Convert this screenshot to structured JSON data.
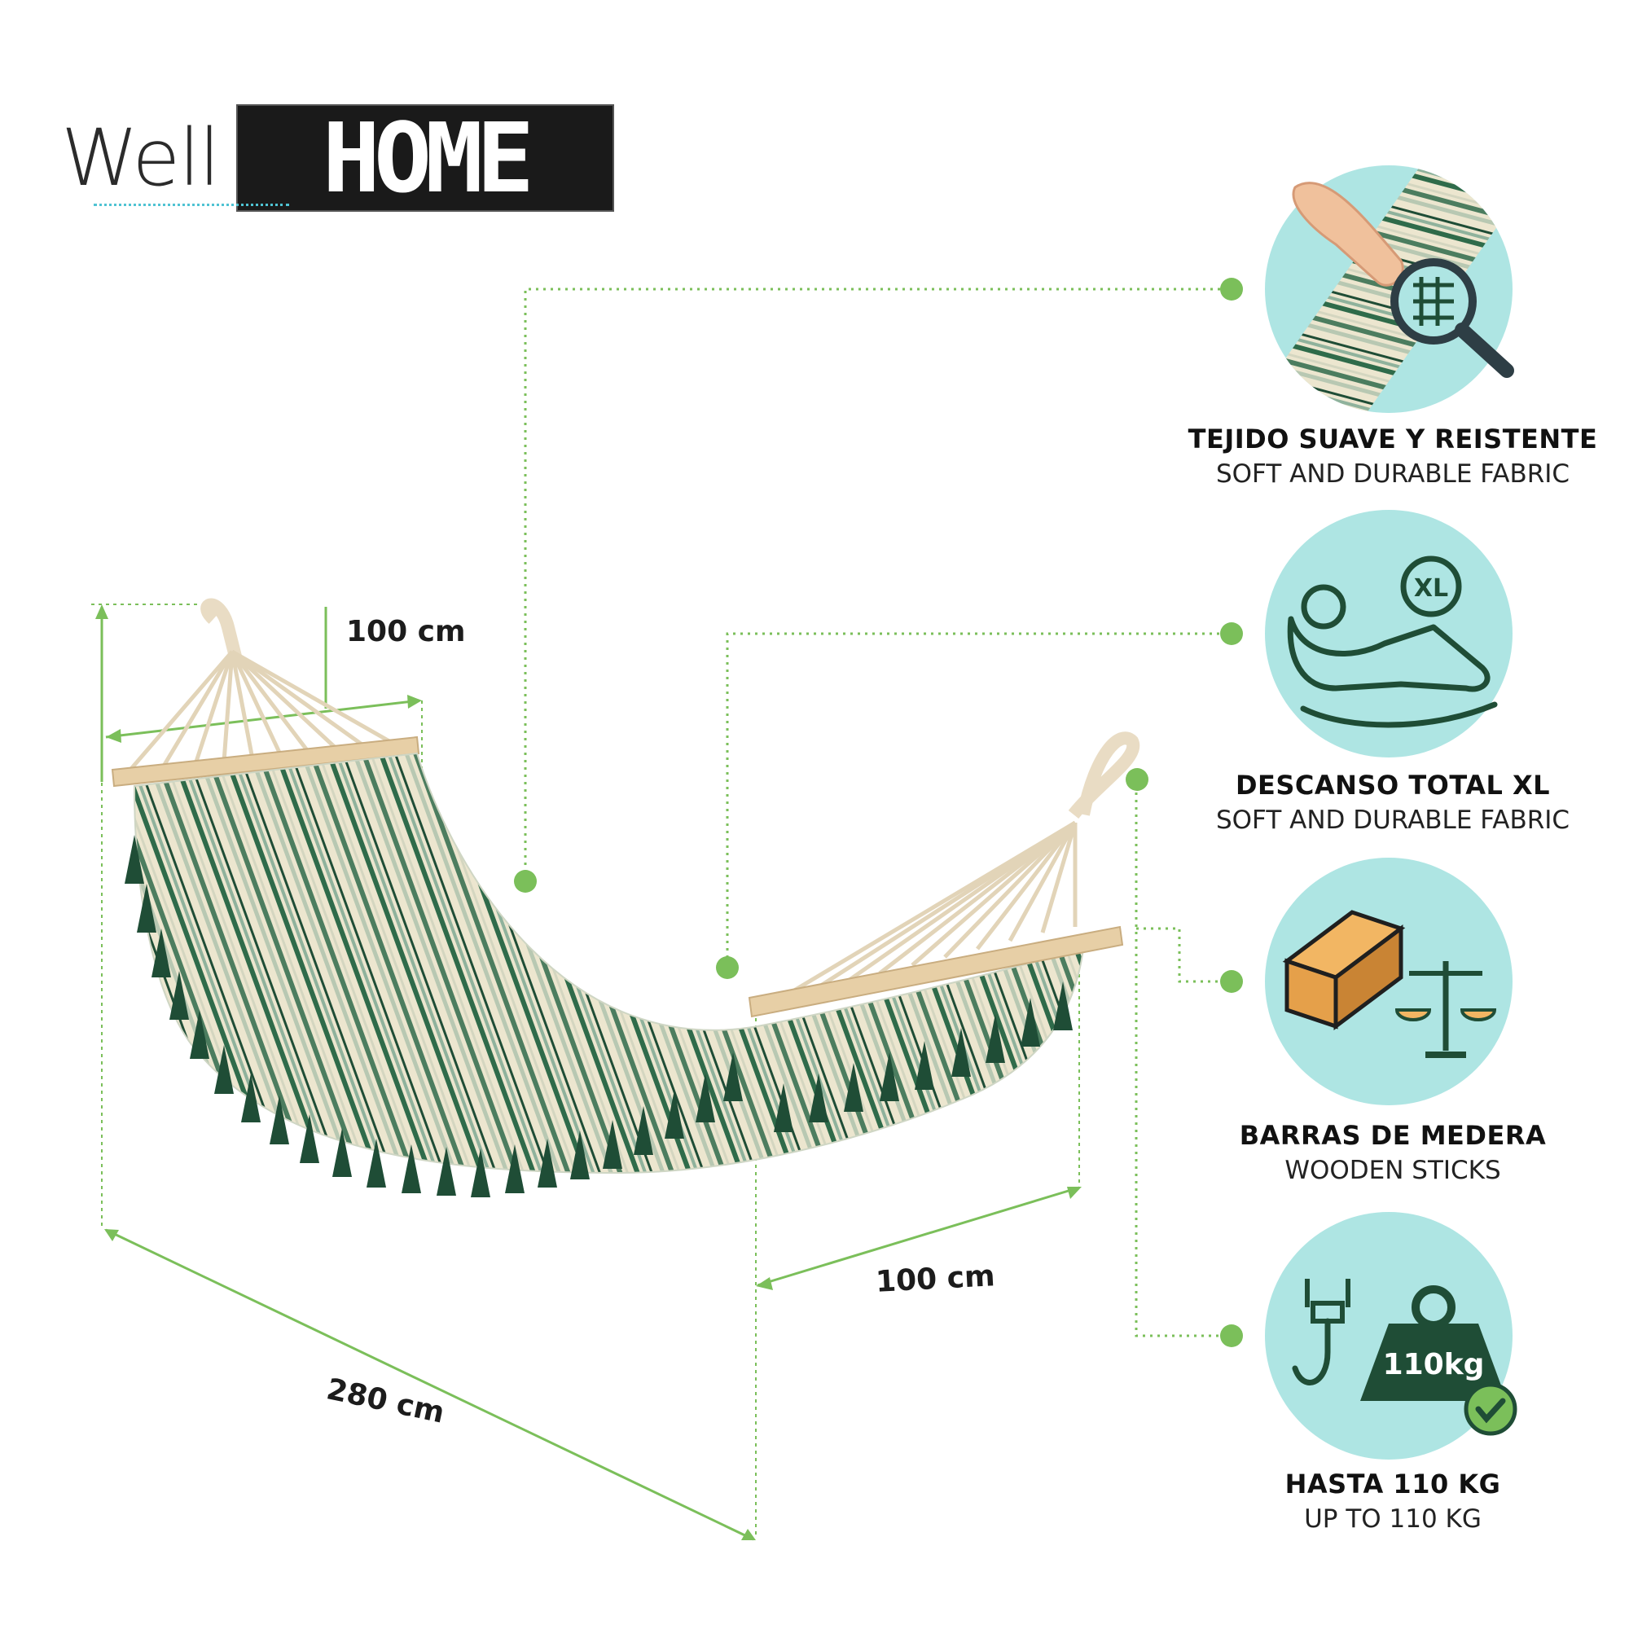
{
  "brand": {
    "well": "Well",
    "home": "HOME"
  },
  "dimensions": {
    "top_width": "100 cm",
    "bottom_width": "100 cm",
    "length": "280 cm"
  },
  "features": [
    {
      "title": "TEJIDO SUAVE Y REISTENTE",
      "subtitle": "SOFT AND DURABLE FABRIC",
      "icon": "fabric-magnifier-icon"
    },
    {
      "title": "DESCANSO TOTAL XL",
      "subtitle": "SOFT AND DURABLE FABRIC",
      "icon": "reclining-person-xl-icon"
    },
    {
      "title": "BARRAS DE MEDERA",
      "subtitle": "WOODEN STICKS",
      "icon": "wooden-beam-scale-icon"
    },
    {
      "title": "HASTA 110 KG",
      "subtitle": "UP TO 110 KG",
      "icon": "hook-weight-icon",
      "weight_label": "110kg",
      "badge_label": "XL"
    }
  ],
  "colors": {
    "accent_green": "#7bbf5a",
    "circle_bg": "#aee5e3",
    "fabric_dark": "#1f4d36",
    "wood": "#e7cfa6"
  }
}
